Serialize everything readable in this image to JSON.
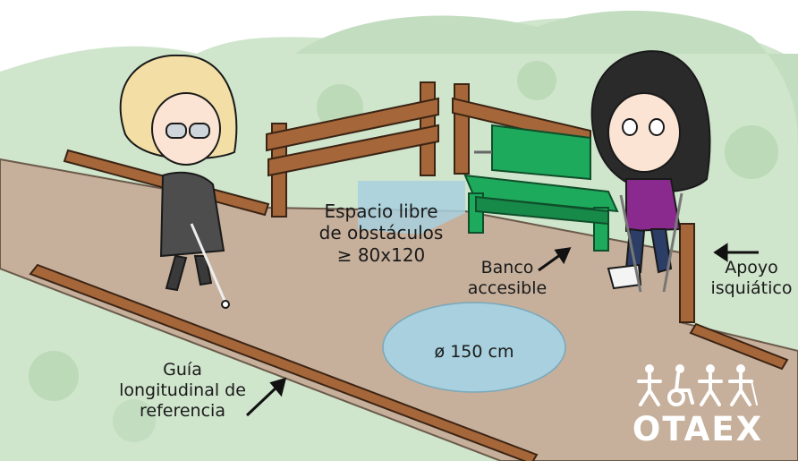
{
  "labels": {
    "space": "Espacio libre\nde obstáculos\n≥ 80x120",
    "bench": "Banco\naccesible",
    "support": "Apoyo\nisquiático",
    "circle": "ø 150 cm",
    "guide": "Guía\nlongitudinal de\nreferencia"
  },
  "logo": {
    "text": "OTAEX",
    "icon": "people-accessibility-icon"
  },
  "colors": {
    "path": "#c6b09c",
    "foliage": "#cfe5cc",
    "circle": "#a8d0de",
    "bench": "#1eaa5c",
    "wood": "#a5673a",
    "logo": "#ffffff"
  }
}
